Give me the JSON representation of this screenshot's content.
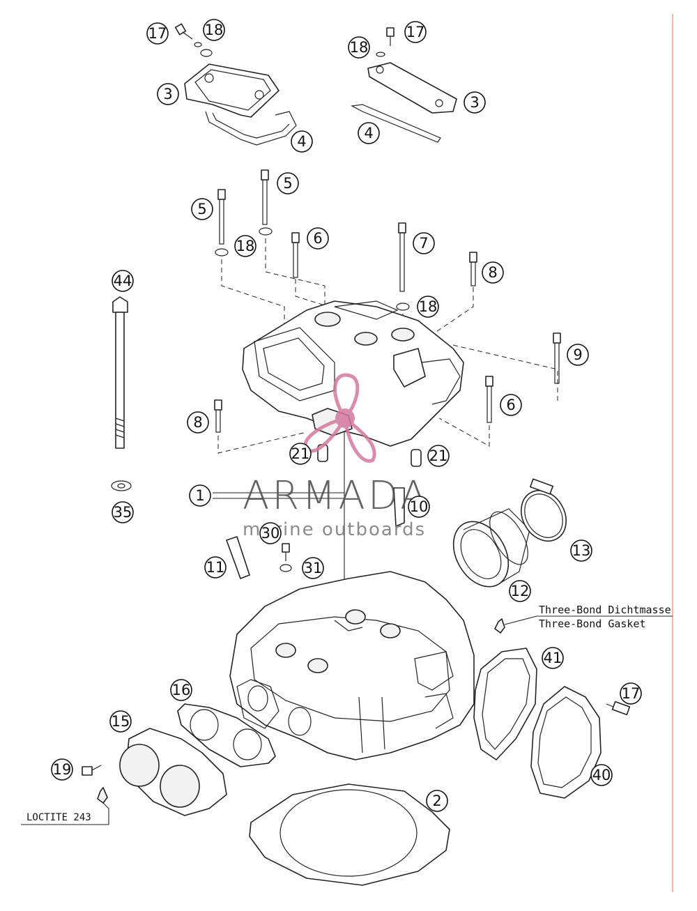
{
  "callouts": [
    {
      "n": "17"
    },
    {
      "n": "18"
    },
    {
      "n": "3"
    },
    {
      "n": "4"
    },
    {
      "n": "18"
    },
    {
      "n": "17"
    },
    {
      "n": "3"
    },
    {
      "n": "4"
    },
    {
      "n": "5"
    },
    {
      "n": "5"
    },
    {
      "n": "18"
    },
    {
      "n": "6"
    },
    {
      "n": "7"
    },
    {
      "n": "8"
    },
    {
      "n": "18"
    },
    {
      "n": "44"
    },
    {
      "n": "9"
    },
    {
      "n": "6"
    },
    {
      "n": "8"
    },
    {
      "n": "21"
    },
    {
      "n": "21"
    },
    {
      "n": "1"
    },
    {
      "n": "10"
    },
    {
      "n": "35"
    },
    {
      "n": "30"
    },
    {
      "n": "13"
    },
    {
      "n": "11"
    },
    {
      "n": "31"
    },
    {
      "n": "12"
    },
    {
      "n": "41"
    },
    {
      "n": "16"
    },
    {
      "n": "17"
    },
    {
      "n": "15"
    },
    {
      "n": "40"
    },
    {
      "n": "19"
    },
    {
      "n": "2"
    }
  ],
  "notes": {
    "threebond_de": "Three-Bond Dichtmasse",
    "threebond_en": "Three-Bond Gasket",
    "loctite": "LOCTITE 243"
  },
  "watermark": {
    "title": "ARMADA",
    "subtitle": "marine outboards",
    "logo_color": "#d4789e"
  }
}
